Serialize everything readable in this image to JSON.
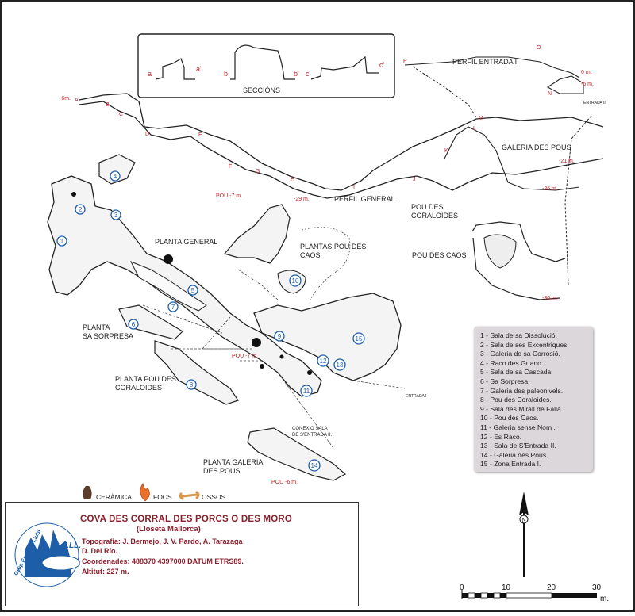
{
  "sections_box": {
    "title": "SECCIÒNS",
    "labels": [
      "a",
      "a'",
      "b",
      "b'",
      "c",
      "c'"
    ]
  },
  "profile_labels": {
    "perfil_entrada": "PERFIL ENTRADA  I",
    "perfil_general": "PERFIL GENERAL",
    "galeria_pous": "GALERIA DES POUS",
    "pou_coraloides": "POU DES\nCORALOIDES",
    "pou_caos": "POU DES CAOS",
    "entrada_ii": "ENTRADA II"
  },
  "depths": {
    "d6": "-6m.",
    "d0": "0 m.",
    "d6b": "-6 m.",
    "d21": "-21 m.",
    "d26": "-26 m.",
    "d29": "-29 m.",
    "d30": "-30 m.",
    "pou7a": "POU -7 m.",
    "pou7b": "POU -7 m.",
    "pou6": "POU -6 m."
  },
  "profile_letters": [
    "A",
    "B",
    "C",
    "D",
    "E",
    "F",
    "G",
    "H",
    "I",
    "J",
    "K",
    "L",
    "M",
    "N",
    "O",
    "P"
  ],
  "plan_labels": {
    "planta_general": "PLANTA GENERAL",
    "plantas_pou_caos": "PLANTAS POU DES\nCAOS",
    "planta_sorpresa": "PLANTA\nSA SORPRESA",
    "planta_coraloides": "PLANTA POU DES\nCORALOIDES",
    "conexio": "CONEXIO SALA\nDE S'ENTRADA II.",
    "planta_galeria": "PLANTA GALERIA\nDES POUS",
    "entrada_i": "ENTRADA I"
  },
  "numbers": [
    "1",
    "2",
    "3",
    "4",
    "5",
    "6",
    "7",
    "8",
    "9",
    "10",
    "11",
    "12",
    "13",
    "14",
    "15"
  ],
  "legend": [
    "1 - Sala de sa Dissolució.",
    "2 - Sala de ses Excentriques.",
    "3 - Galeria de sa Corrosió.",
    "4 - Raco des Guano.",
    "5 - Sala de sa Cascada.",
    "6 - Sa Sorpresa.",
    "7 - Galeria des paleonivels.",
    "8 - Pou des Coraloides.",
    "9 - Sala des Mirall de Falla.",
    "10 - Pou des Caos.",
    "11 - Galeria sense Nom .",
    "12 - Es Racó.",
    "13 - Sala de S'Entrada II.",
    "14 - Galeria des Pous.",
    "15 - Zona Entrada I."
  ],
  "symbols": {
    "ceramica": "CERÀMICA",
    "focs": "FOCS",
    "ossos": "OSSOS"
  },
  "title": {
    "name": "COVA DES CORRAL DES PORCS O DES MORO",
    "location": "(Lloseta Mallorca)",
    "topografia": "Topografia: J. Bermejo, J. V. Pardo, A. Tarazaga",
    "authors2": "D. Del Río.",
    "coordenades": "Coordenades: 488370 4397000 DATUM ETRS89.",
    "altitut": "Altitut: 227 m."
  },
  "logo": {
    "acronym": "G.E.LL.",
    "ring": "Grup Espeleo Llubí"
  },
  "north": "N",
  "scale": {
    "ticks": [
      "0",
      "10",
      "20",
      "30"
    ],
    "unit": "m."
  },
  "colors": {
    "red": "#c8232c",
    "dark_red": "#8a1f2b",
    "blue": "#1e5ea8",
    "legend_bg": "#dcd7da"
  }
}
